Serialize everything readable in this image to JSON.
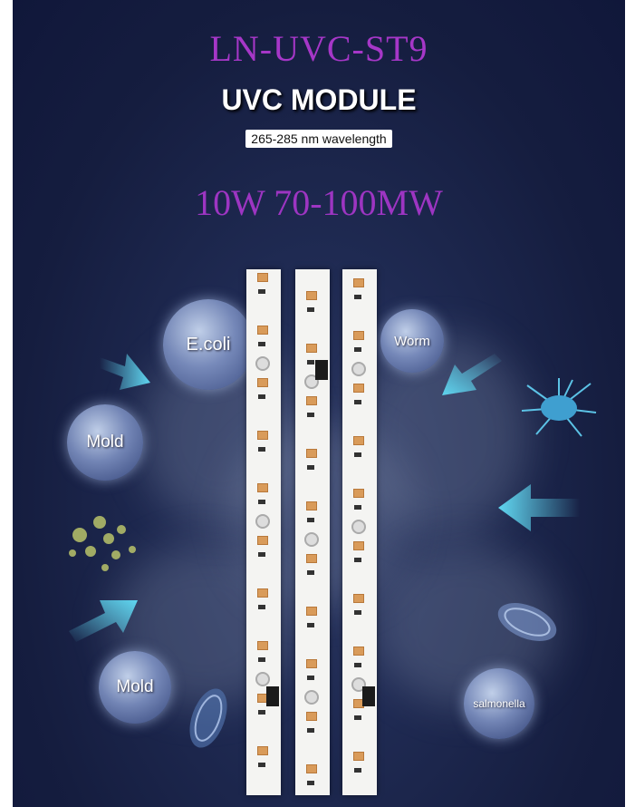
{
  "header": {
    "model": "LN-UVC-ST9",
    "module": "UVC MODULE",
    "wavelength": "265-285 nm wavelength",
    "power": "10W 70-100MW"
  },
  "bubbles": {
    "ecoli": "E.coli",
    "mold_top": "Mold",
    "mold_bottom": "Mold",
    "worm": "Worm",
    "salmonella": "salmonella"
  },
  "colors": {
    "model_text": "#a637c8",
    "power_text": "#9d35c2",
    "arrow": "#5fd6f0",
    "led": "#d99b5a"
  },
  "icons": [
    "arrow-right-icon",
    "arrow-left-icon",
    "bacteria-icon",
    "spore-cluster-icon",
    "virus-icon"
  ]
}
